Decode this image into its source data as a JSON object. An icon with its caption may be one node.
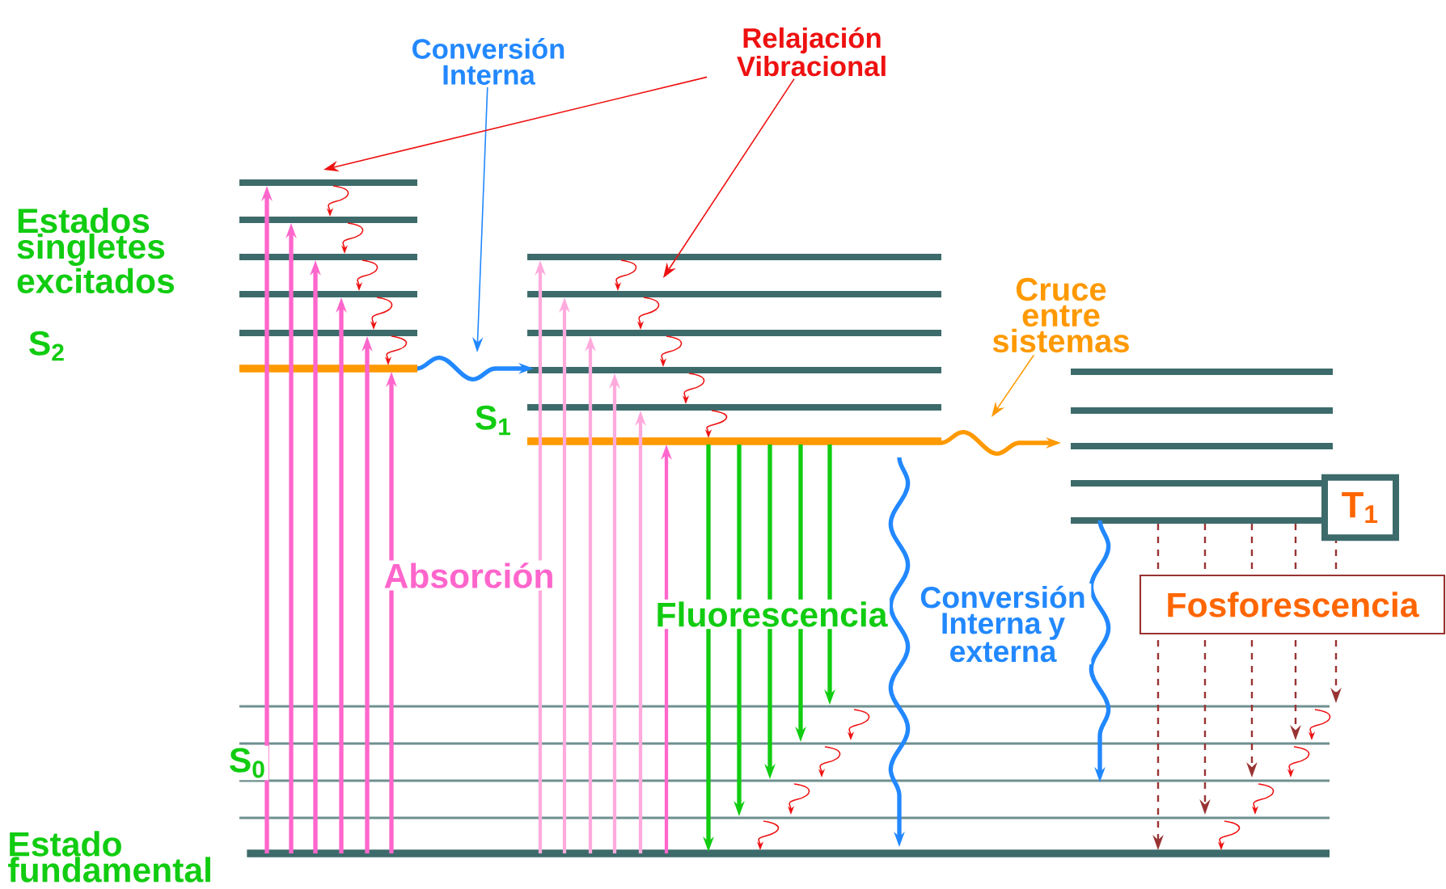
{
  "diagram": {
    "nodes": [
      {
        "text": [
          "Conversión Interna"
        ]
      },
      {
        "text": [
          "Relajación Vibracional"
        ]
      },
      {
        "text": [
          "Cruce entre sistemas"
        ]
      },
      {
        "text": [
          "T$_{1}$"
        ]
      },
      {
        "text": [
          "Fosforescencia"
        ]
      }
    ],
    "edges": [
      {
        "from": 0,
        "to": null,
        "arrow": "to",
        "color": "#2288ff"
      },
      {
        "from": 1,
        "to": null,
        "arrow": "to"
      },
      {
        "from": 1,
        "to": null,
        "arrow": "to"
      },
      {
        "from": 2,
        "to": null,
        "arrow": "to",
        "color": "#ff9900"
      }
    ],
    "labels": [
      "Estados singletes excitados",
      "S$_{2}$",
      "S$_{1}$",
      "Absorción",
      "Fluorescencia",
      "Conversión Interna y externa",
      "S$_{0}$",
      "Estado fundamental"
    ]
  }
}
